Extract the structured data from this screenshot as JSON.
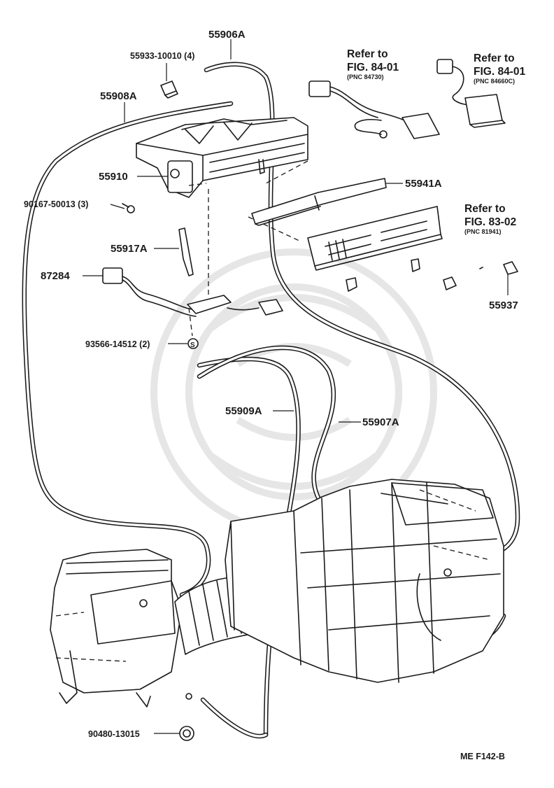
{
  "parts": {
    "p55906A": "55906A",
    "p55933": "55933-10010 (4)",
    "p55908A": "55908A",
    "p55910": "55910",
    "p90167": "90167-50013 (3)",
    "p55941A": "55941A",
    "p55917A": "55917A",
    "p87284": "87284",
    "p55937": "55937",
    "p93566": "93566-14512 (2)",
    "p55909A": "55909A",
    "p55907A": "55907A",
    "p90480": "90480-13015"
  },
  "refs": {
    "ref1": {
      "line1": "Refer to",
      "line2": "FIG. 84-01",
      "pnc": "(PNC 84730)"
    },
    "ref2": {
      "line1": "Refer to",
      "line2": "FIG. 84-01",
      "pnc": "(PNC 84660C)"
    },
    "ref3": {
      "line1": "Refer to",
      "line2": "FIG. 83-02",
      "pnc": "(PNC 81941)"
    }
  },
  "screw_symbol": "S",
  "footer_code": "ME  F142-B",
  "watermark_icon": "watermark-emblem-icon",
  "colors": {
    "ink": "#1a1a1a",
    "background": "#ffffff",
    "watermark": "#e6e6e6"
  }
}
